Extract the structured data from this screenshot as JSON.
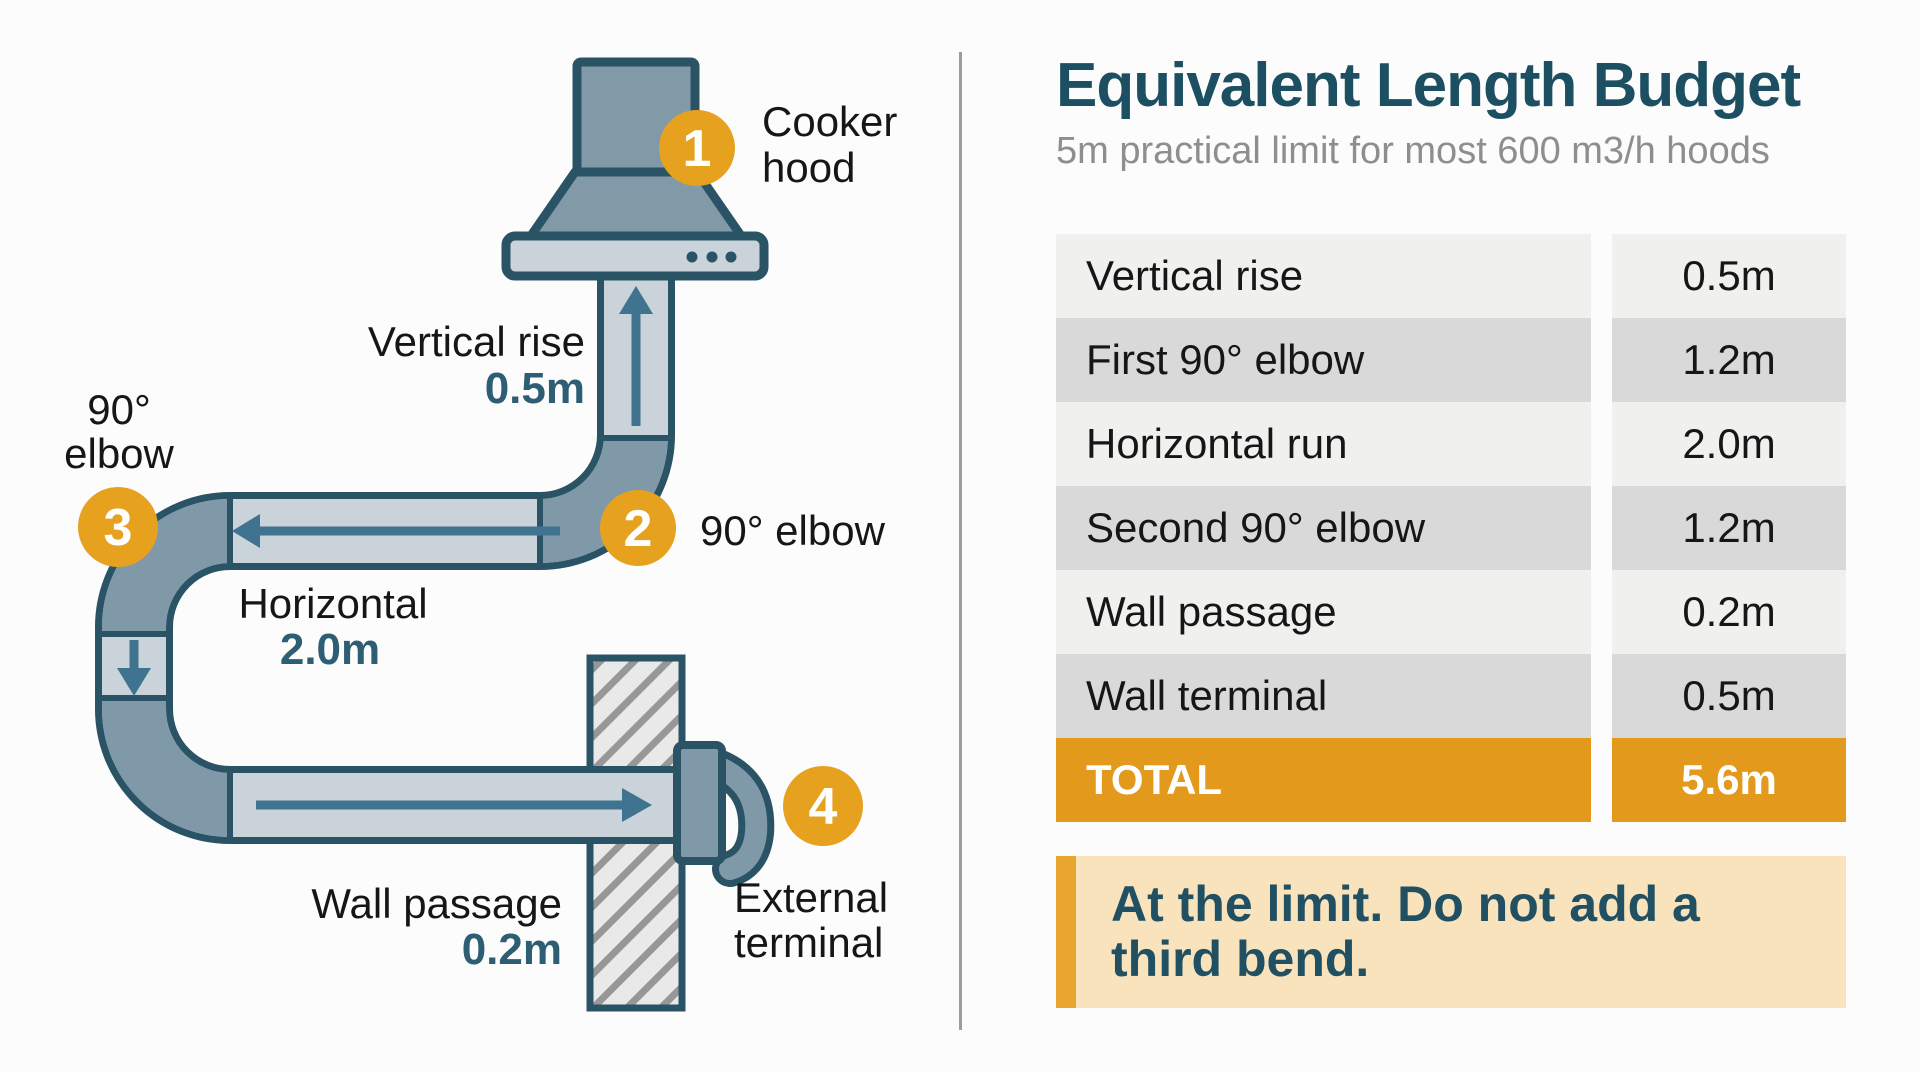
{
  "diagram": {
    "badges": [
      "1",
      "2",
      "3",
      "4"
    ],
    "labels": {
      "hood_line1": "Cooker",
      "hood_line2": "hood",
      "vertical_rise_label": "Vertical rise",
      "vertical_rise_value": "0.5m",
      "elbow2_label": "90° elbow",
      "elbow3_line1": "90°",
      "elbow3_line2": "elbow",
      "horizontal_label": "Horizontal",
      "horizontal_value": "2.0m",
      "wall_passage_label": "Wall passage",
      "wall_passage_value": "0.2m",
      "terminal_line1": "External",
      "terminal_line2": "terminal"
    }
  },
  "panel": {
    "title": "Equivalent Length Budget",
    "subtitle": "5m practical limit for most 600 m3/h hoods",
    "table": {
      "rows": [
        {
          "label": "Vertical rise",
          "value": "0.5m"
        },
        {
          "label": "First 90° elbow",
          "value": "1.2m"
        },
        {
          "label": "Horizontal run",
          "value": "2.0m"
        },
        {
          "label": "Second 90° elbow",
          "value": "1.2m"
        },
        {
          "label": "Wall passage",
          "value": "0.2m"
        },
        {
          "label": "Wall terminal",
          "value": "0.5m"
        }
      ],
      "total": {
        "label": "TOTAL",
        "value": "5.6m"
      }
    },
    "warning_line1": "At the limit. Do not add a",
    "warning_line2": "third bend.",
    "colors": {
      "badge_orange": "#e6a11f",
      "total_orange": "#e2991c",
      "warning_bar_orange": "#e8a62e",
      "warning_bg": "#f8e3bc",
      "heading_teal": "#1d4f63",
      "value_teal": "#2e5e73",
      "duct_outline": "#2a5465",
      "duct_fill": "#c9d3d9",
      "elbow_fill": "#8099a9",
      "arrow_teal": "#3f7390"
    }
  }
}
